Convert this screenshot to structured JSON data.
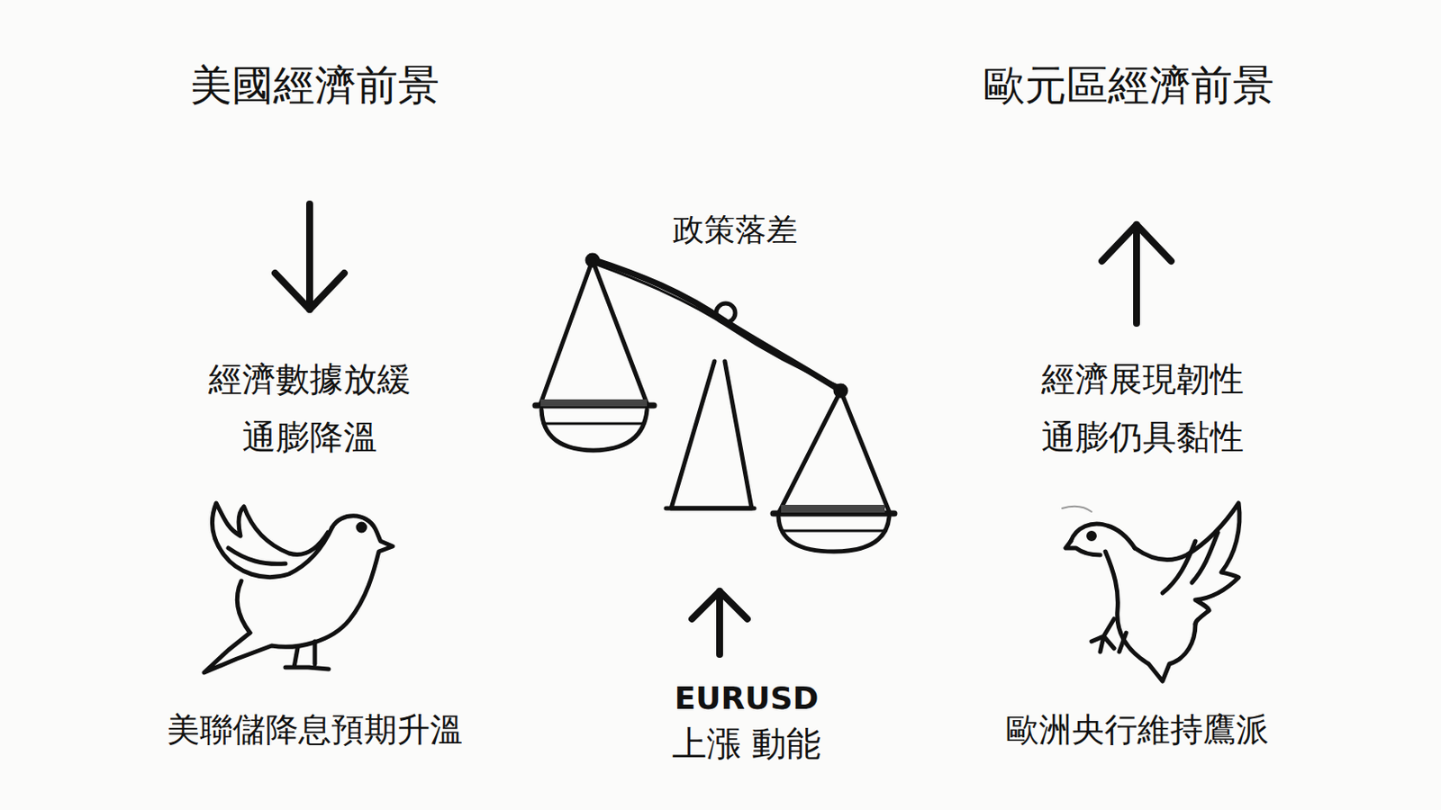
{
  "diagram": {
    "labels": [
      "美國經濟前景",
      "歐元區經濟前景",
      "政策落差",
      "經濟數據放緩",
      "通膨降溫",
      "經濟展現韌性",
      "通膨仍具黏性",
      "EURUSD",
      "上漲 動能",
      "美聯儲降息預期升溫",
      "歐洲央行維持鷹派"
    ]
  }
}
